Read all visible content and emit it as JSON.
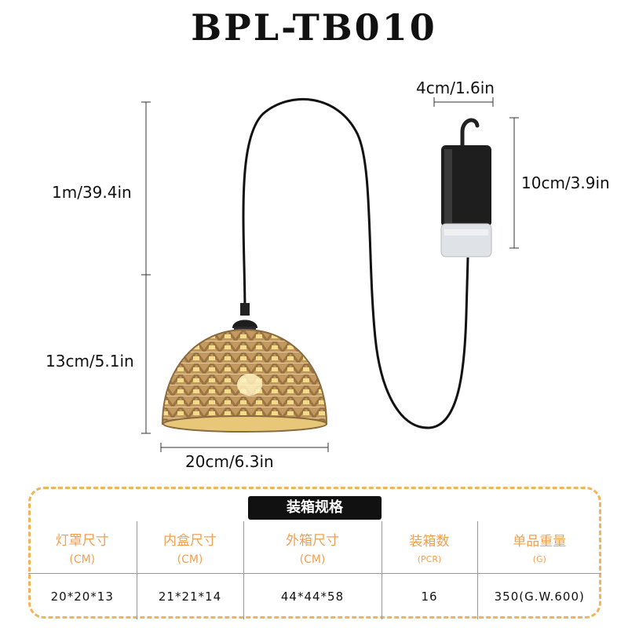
{
  "title": "BPL-TB010",
  "dimensions": {
    "cord_length": "1m/39.4in",
    "shade_height": "13cm/5.1in",
    "shade_width": "20cm/6.3in",
    "battery_width": "4cm/1.6in",
    "battery_height": "10cm/3.9in"
  },
  "spec": {
    "header": "装箱规格",
    "columns": [
      {
        "label": "灯罩尺寸",
        "unit": "(CM)"
      },
      {
        "label": "内盒尺寸",
        "unit": "(CM)"
      },
      {
        "label": "外箱尺寸",
        "unit": "(CM)"
      },
      {
        "label": "装箱数",
        "unit": "(PCR)"
      },
      {
        "label": "单品重量",
        "unit": "(G)"
      }
    ],
    "values": [
      "20*20*13",
      "21*21*14",
      "44*44*58",
      "16",
      "350(G.W.600)"
    ]
  },
  "colors": {
    "accent": "#f0a050",
    "dashed_border": "#f0b45a",
    "rattan": "#c8a26a",
    "cord": "#111111"
  }
}
